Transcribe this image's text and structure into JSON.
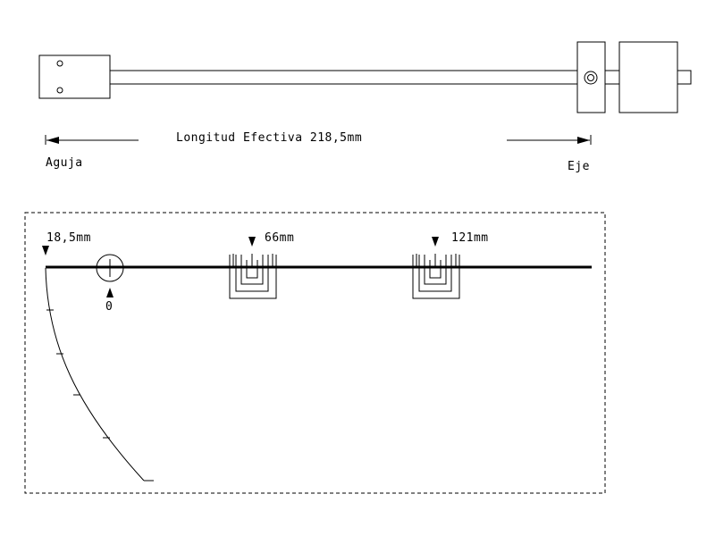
{
  "tonearm": {
    "effective_length_label": "Longitud Efectiva 218,5mm",
    "needle_label": "Aguja",
    "pivot_label": "Eje"
  },
  "alignment": {
    "offset_label": "18,5mm",
    "zero_label": "0",
    "null_point_1_label": "66mm",
    "null_point_2_label": "121mm"
  },
  "colors": {
    "line": "#000000",
    "background": "#ffffff"
  }
}
